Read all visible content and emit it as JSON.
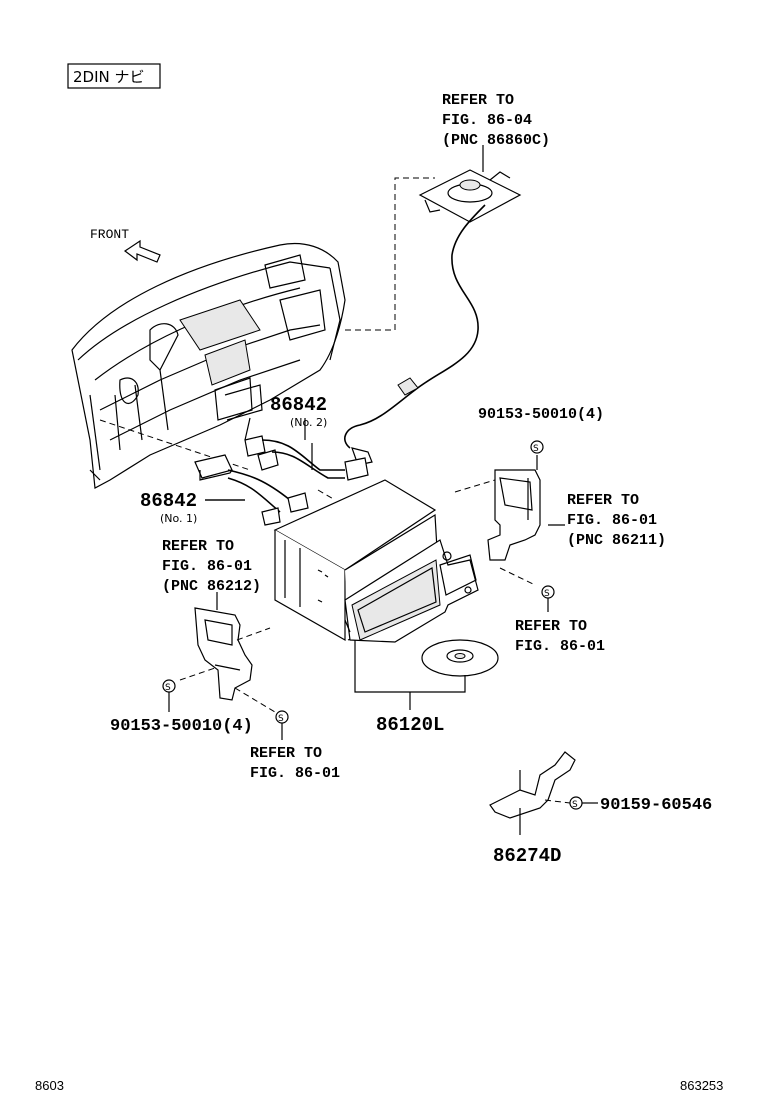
{
  "header": {
    "variant_label": "2DIN ナビ"
  },
  "front": {
    "label": "FRONT"
  },
  "callouts": {
    "antenna_ref": [
      "REFER TO",
      "FIG. 86-04",
      "(PNC 86860C)"
    ],
    "part_86842_no2": {
      "number": "86842",
      "note": "(No. 2)"
    },
    "part_86842_no1": {
      "number": "86842",
      "note": "(No. 1)"
    },
    "screw_top_right": "90153-50010(4)",
    "ref_right_bracket": [
      "REFER TO",
      "FIG. 86-01",
      "(PNC 86211)"
    ],
    "ref_left_bracket": [
      "REFER TO",
      "FIG. 86-01",
      "(PNC 86212)"
    ],
    "ref_right_screw": [
      "REFER TO",
      "FIG. 86-01"
    ],
    "screw_bottom_left": "90153-50010(4)",
    "ref_left_screw": [
      "REFER TO",
      "FIG. 86-01"
    ],
    "part_86120L": "86120L",
    "screw_86274": "90159-60546",
    "part_86274D": "86274D"
  },
  "footer": {
    "left_code": "8603",
    "right_code": "863253"
  }
}
